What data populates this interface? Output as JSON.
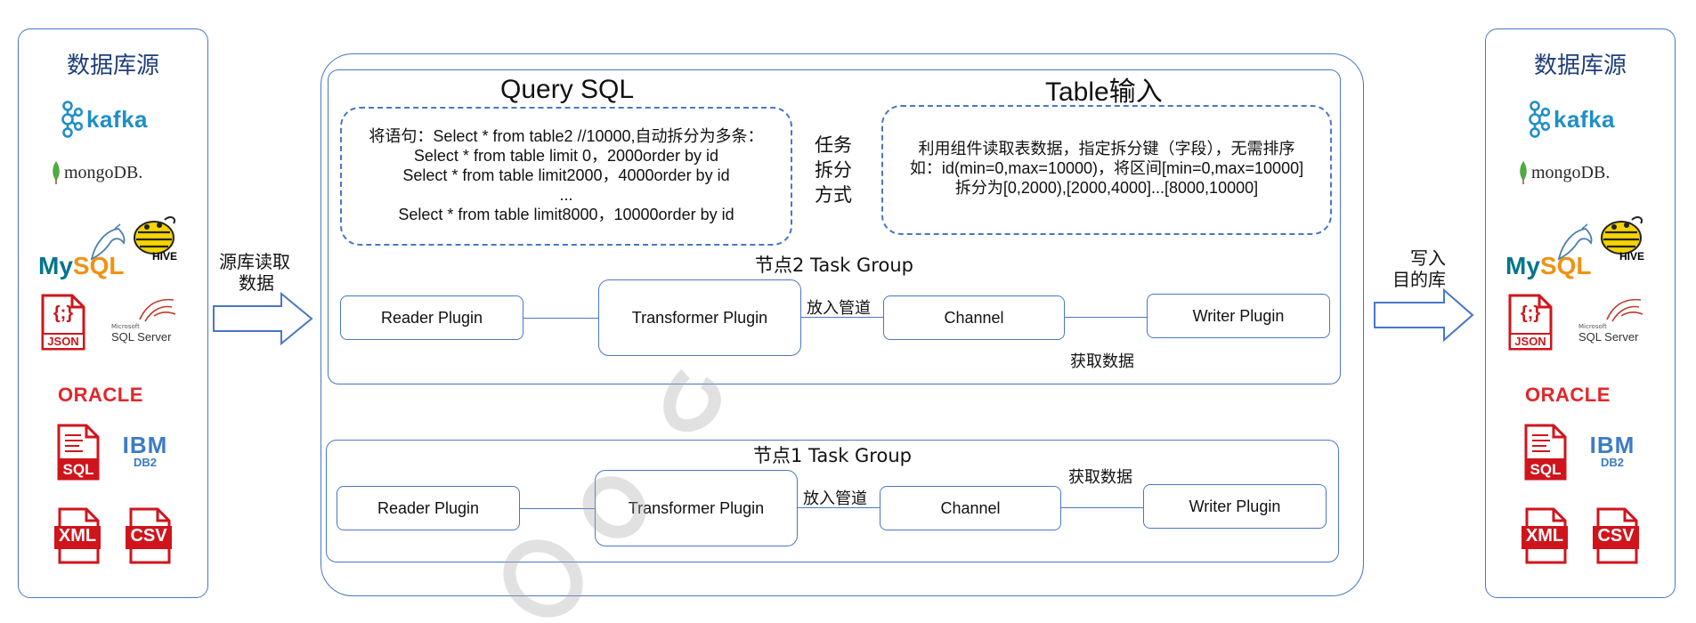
{
  "left_panel": {
    "title": "数据库源"
  },
  "right_panel": {
    "title": "数据库源"
  },
  "logos": {
    "kafka": "kafka",
    "mongodb": "mongoDB.",
    "mysql_my": "My",
    "mysql_sql": "SQL",
    "hive": "HIVE",
    "json": "JSON",
    "json_braces": "{;}",
    "sqlserver": "SQL Server",
    "sqlserver_small": "Microsoft",
    "oracle": "ORACLE",
    "sql_doc": "SQL",
    "ibm": "IBM",
    "db2": "DB2",
    "xml": "XML",
    "csv": "CSV"
  },
  "left_arrow": {
    "line1": "源库读取",
    "line2": "数据"
  },
  "right_arrow": {
    "line1": "写入",
    "line2": "目的库"
  },
  "query_sql": {
    "title": "Query SQL",
    "lines": [
      "将语句：Select * from table2 //10000,自动拆分为多条：",
      "Select * from table limit 0，2000order by id",
      "Select * from table limit2000，4000order by id",
      "...",
      "Select * from table limit8000，10000order by id"
    ]
  },
  "split_mode": {
    "line1": "任务",
    "line2": "拆分",
    "line3": "方式"
  },
  "table_input": {
    "title": "Table输入",
    "lines": [
      "利用组件读取表数据，指定拆分键（字段），无需排序",
      "如：id(min=0,max=10000)，将区间[min=0,max=10000]",
      "拆分为[0,2000),[2000,4000]...[8000,10000]"
    ]
  },
  "node2": {
    "title": "节点2  Task Group",
    "reader": "Reader Plugin",
    "transformer": "Transformer Plugin",
    "put_label": "放入管道",
    "channel": "Channel",
    "writer": "Writer Plugin",
    "fetch_label": "获取数据"
  },
  "node1": {
    "title": "节点1  Task Group",
    "reader": "Reader Plugin",
    "transformer": "Transformer Plugin",
    "put_label": "放入管道",
    "channel": "Channel",
    "writer": "Writer Plugin",
    "fetch_label": "获取数据"
  },
  "colors": {
    "border": "#4a76c5",
    "title": "#1f3e7a",
    "doc_red": "#d0141b"
  }
}
